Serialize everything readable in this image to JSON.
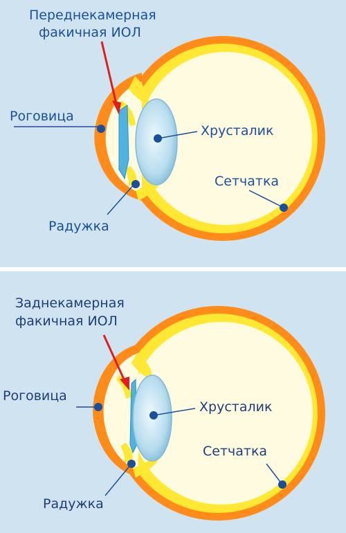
{
  "colors": {
    "background": "#cfe4f0",
    "outer_layer": "#ff8c1a",
    "middle_layer": "#ffe833",
    "inner_eye": "#fffbe0",
    "lens": "#b7dcee",
    "implant": "#4fb3e0",
    "pointer": "#e01e1e",
    "label_text": "#1b4f9c"
  },
  "top": {
    "title_line1": "Переднекамерная",
    "title_line2": "факичная ИОЛ",
    "cornea_label": "Роговица",
    "lens_label": "Хрусталик",
    "retina_label": "Сетчатка",
    "iris_label": "Радужка"
  },
  "bottom": {
    "title_line1": "Заднекамерная",
    "title_line2": "факичная ИОЛ",
    "cornea_label": "Роговица",
    "lens_label": "Хрусталик",
    "retina_label": "Сетчатка",
    "iris_label": "Радужка"
  }
}
